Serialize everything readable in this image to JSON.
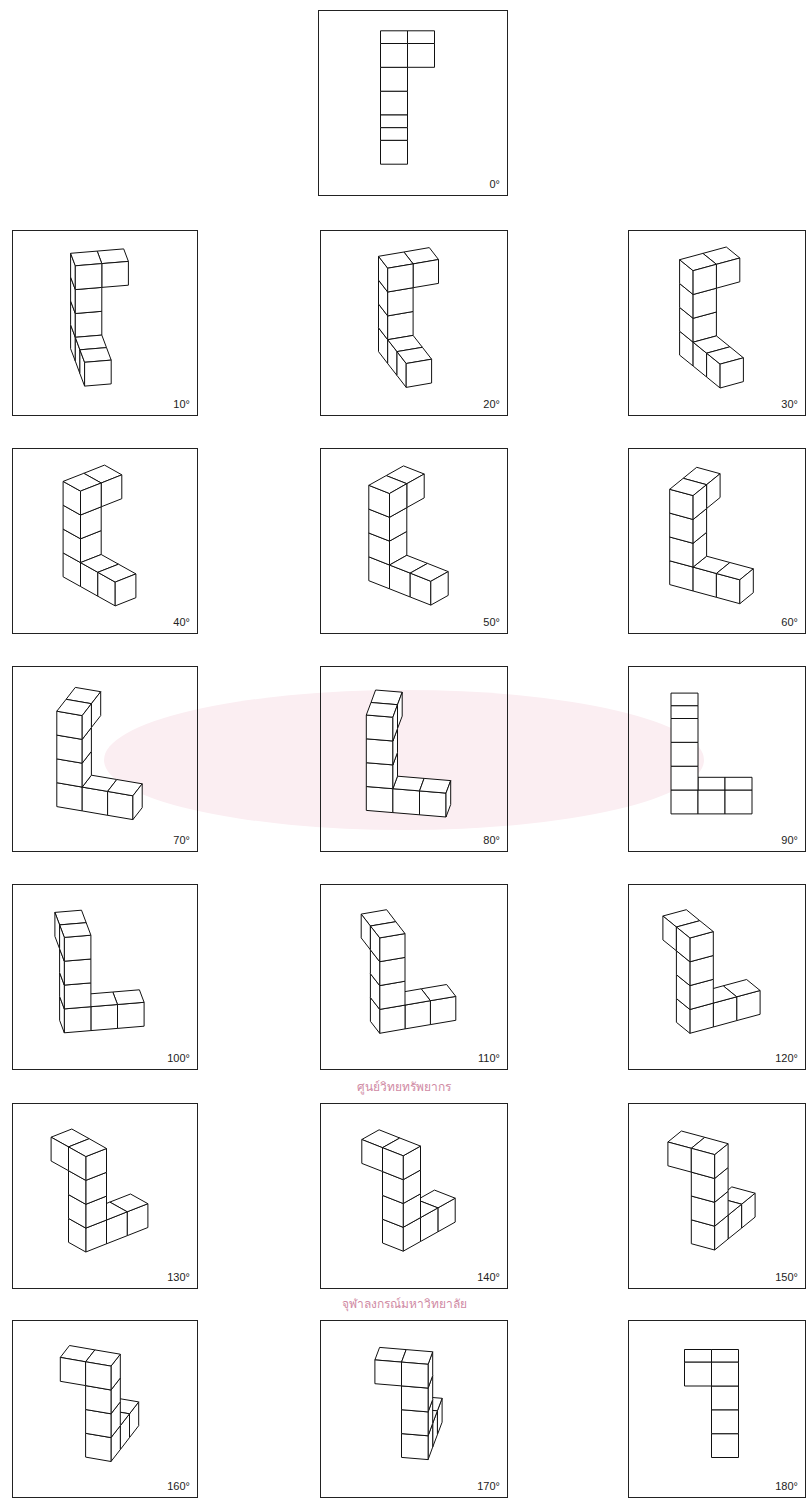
{
  "diagram": {
    "nodes": [
      {
        "text": [
          "0°"
        ]
      },
      {
        "text": [
          "10°"
        ]
      },
      {
        "text": [
          "20°"
        ]
      },
      {
        "text": [
          "30°"
        ]
      },
      {
        "text": [
          "40°"
        ]
      },
      {
        "text": [
          "50°"
        ]
      },
      {
        "text": [
          "60°"
        ]
      },
      {
        "text": [
          "70°"
        ]
      },
      {
        "text": [
          "80°"
        ]
      },
      {
        "text": [
          "90°"
        ]
      },
      {
        "text": [
          "100°"
        ]
      },
      {
        "text": [
          "110°"
        ]
      },
      {
        "text": [
          "120°"
        ]
      },
      {
        "text": [
          "130°"
        ]
      },
      {
        "text": [
          "140°"
        ]
      },
      {
        "text": [
          "150°"
        ]
      },
      {
        "text": [
          "160°"
        ]
      },
      {
        "text": [
          "170°"
        ]
      },
      {
        "text": [
          "180°"
        ]
      }
    ],
    "labels": [
      "ศูนย์วิทยทรัพยากร",
      "จุฬาลงกรณ์มหาวิทยาลัย"
    ]
  }
}
